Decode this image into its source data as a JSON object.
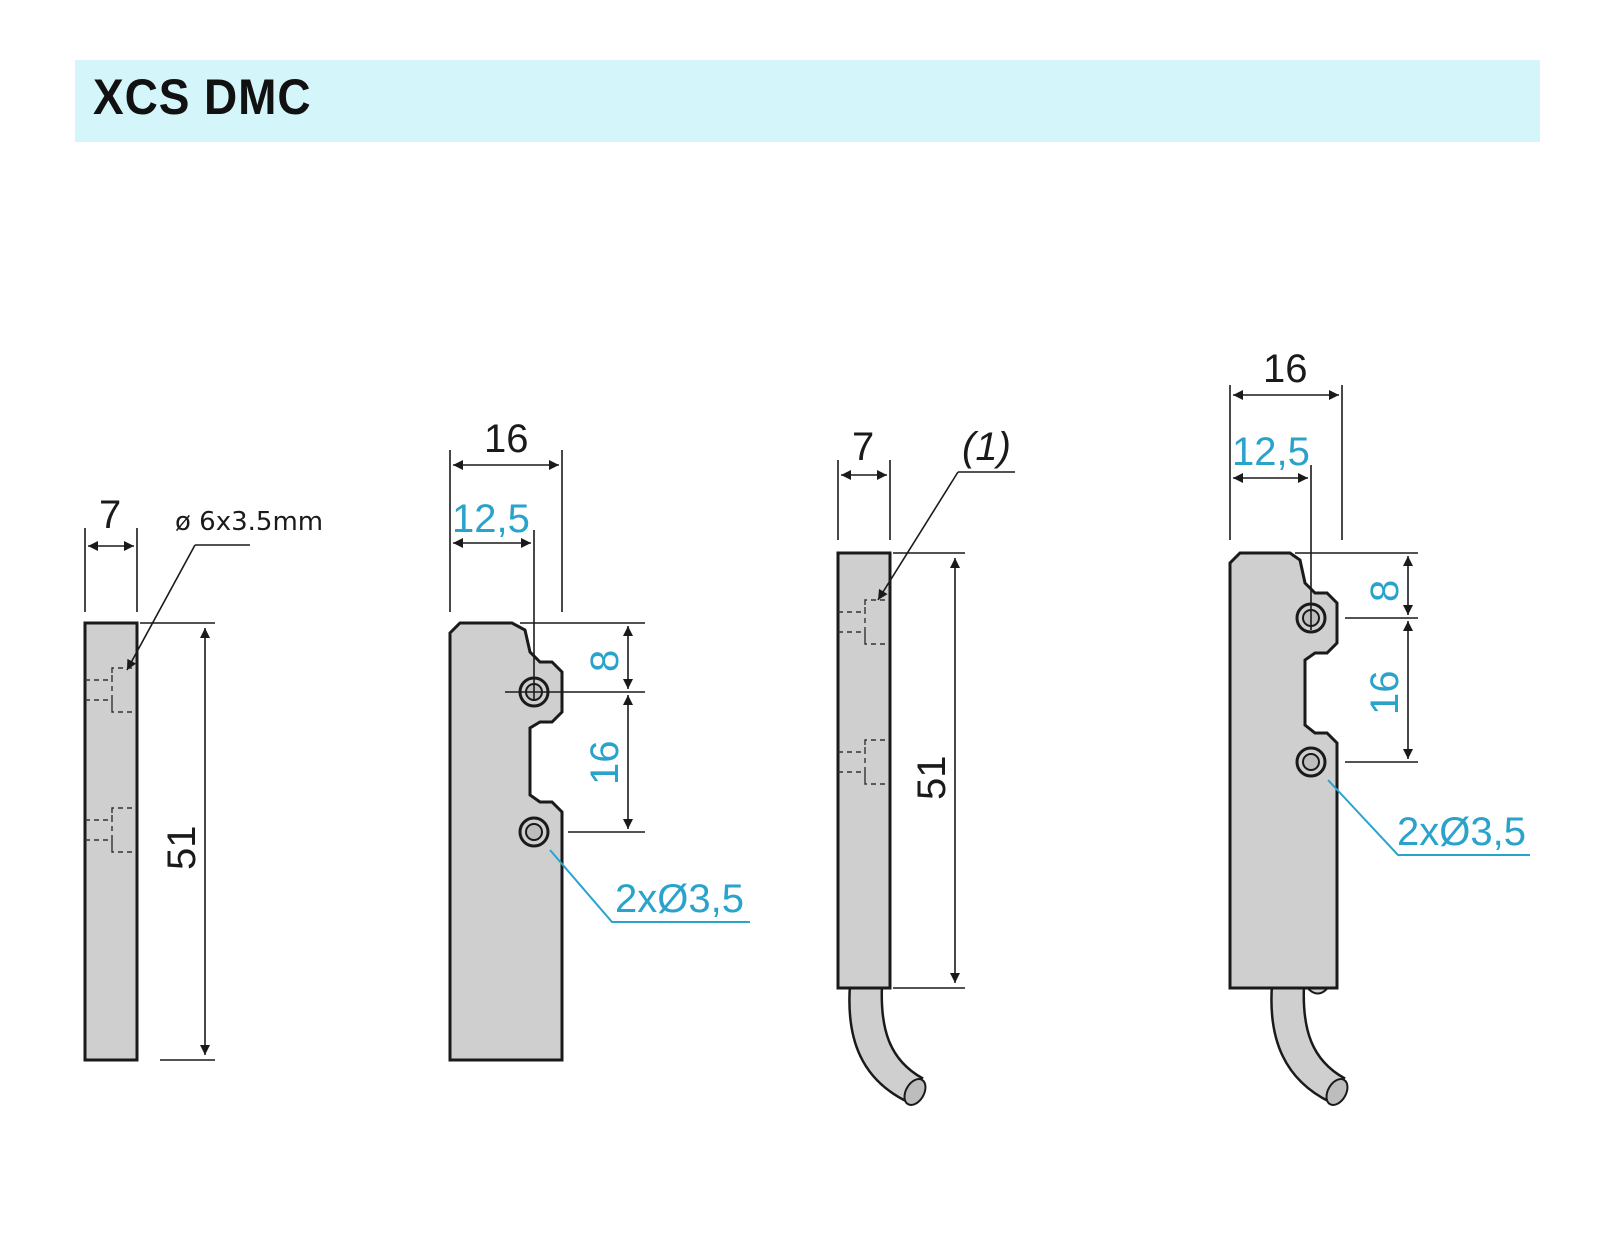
{
  "header": {
    "title": "XCS DMC"
  },
  "views": {
    "view1": {
      "width_label": "7",
      "height_label": "51",
      "hole_note": "ø 6x3.5mm"
    },
    "view2": {
      "width_label": "16",
      "hole_offset_label": "12,5",
      "top_label": "8",
      "spacing_label": "16",
      "holes_label": "2xØ3,5"
    },
    "view3": {
      "width_label": "7",
      "height_label": "51",
      "note_label": "(1)"
    },
    "view4": {
      "width_label": "16",
      "hole_offset_label": "12,5",
      "top_label": "8",
      "spacing_label": "16",
      "holes_label": "2xØ3,5"
    }
  },
  "colors": {
    "header_band": "#d4f5fa",
    "accent_blue": "#29a3cc",
    "part_fill": "#cfcfcf"
  }
}
